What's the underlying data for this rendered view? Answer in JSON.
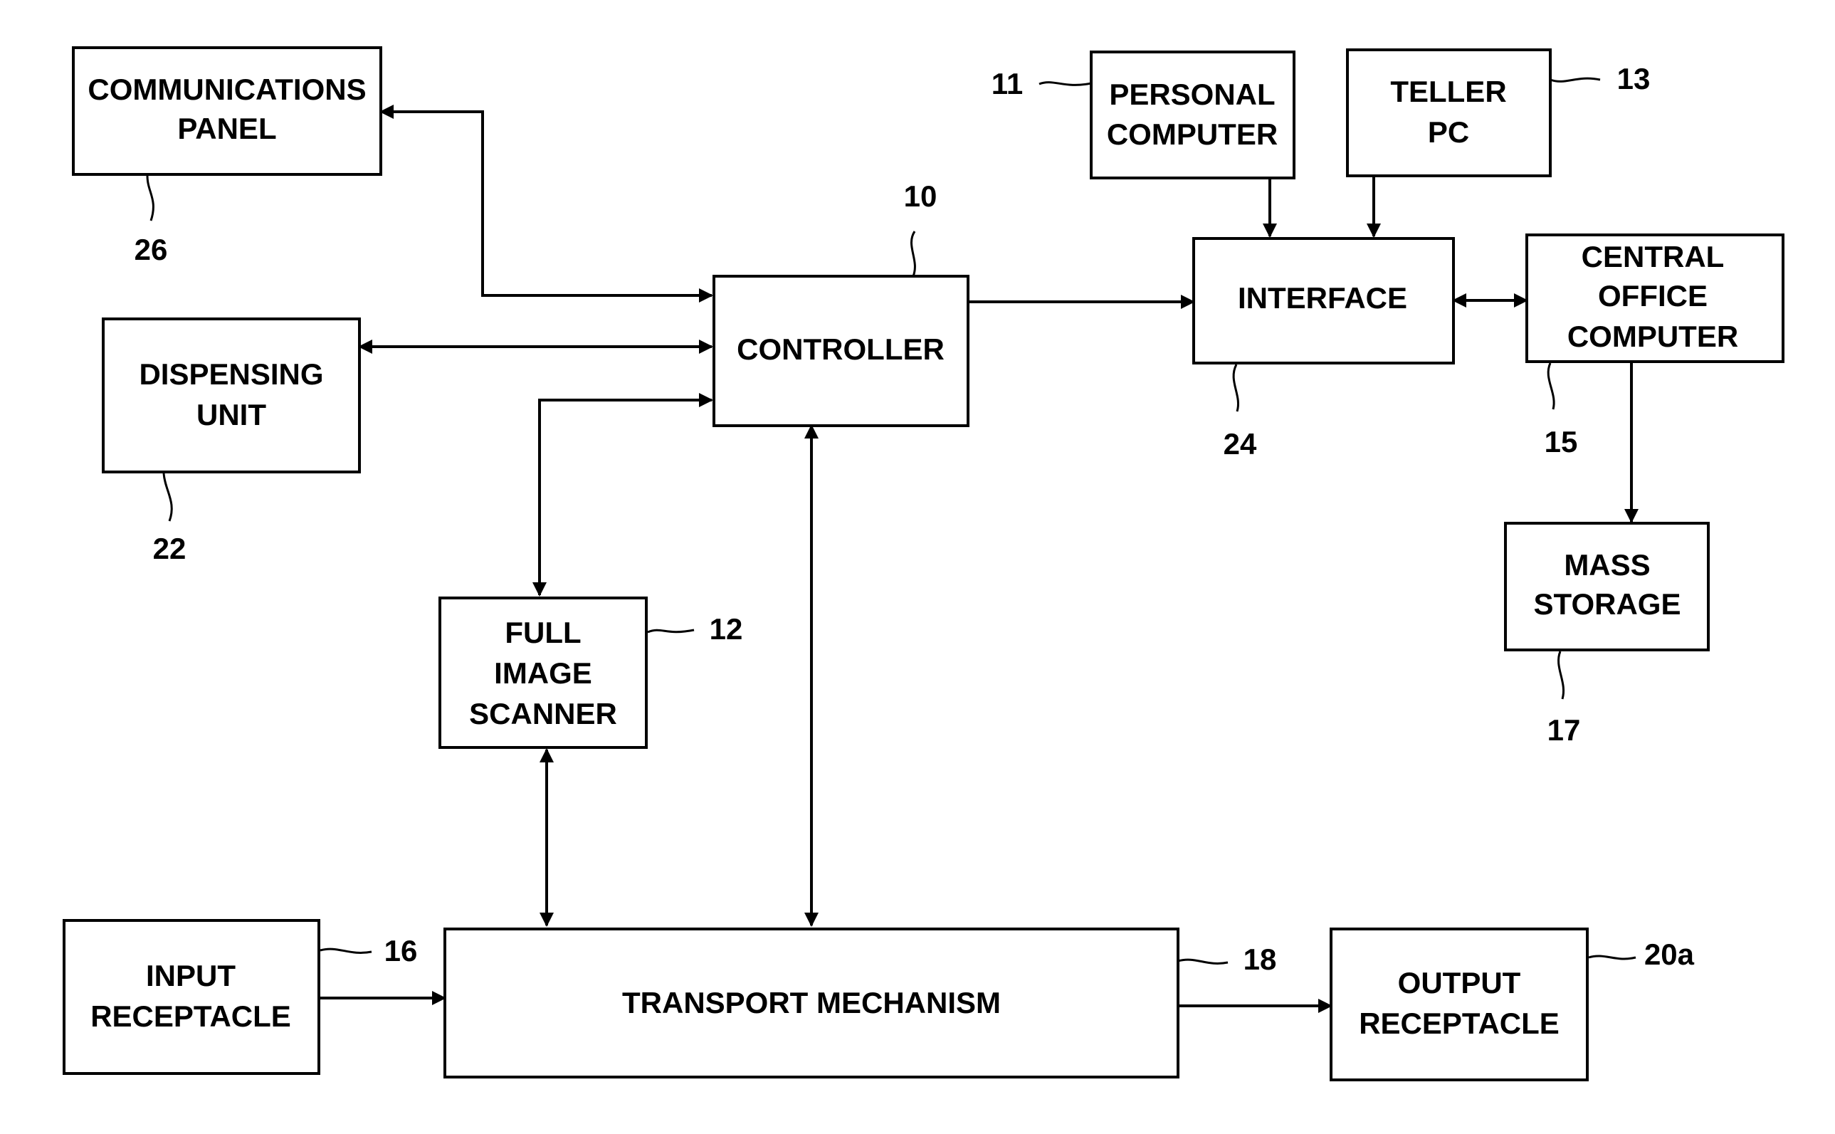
{
  "blocks": {
    "communications_panel": {
      "lines": [
        "COMMUNICATIONS",
        "PANEL"
      ],
      "ref": "26"
    },
    "dispensing_unit": {
      "lines": [
        "DISPENSING",
        "UNIT"
      ],
      "ref": "22"
    },
    "controller": {
      "lines": [
        "CONTROLLER"
      ],
      "ref": "10"
    },
    "full_image_scanner": {
      "lines": [
        "FULL",
        "IMAGE",
        "SCANNER"
      ],
      "ref": "12"
    },
    "personal_computer": {
      "lines": [
        "PERSONAL",
        "COMPUTER"
      ],
      "ref": "11"
    },
    "teller_pc": {
      "lines": [
        "TELLER",
        "PC"
      ],
      "ref": "13"
    },
    "interface": {
      "lines": [
        "INTERFACE"
      ],
      "ref": "24"
    },
    "central_office_computer": {
      "lines": [
        "CENTRAL",
        "OFFICE",
        "COMPUTER"
      ],
      "ref": "15"
    },
    "mass_storage": {
      "lines": [
        "MASS",
        "STORAGE"
      ],
      "ref": "17"
    },
    "input_receptacle": {
      "lines": [
        "INPUT",
        "RECEPTACLE"
      ],
      "ref": "16"
    },
    "transport_mechanism": {
      "lines": [
        "TRANSPORT MECHANISM"
      ],
      "ref": "18"
    },
    "output_receptacle": {
      "lines": [
        "OUTPUT",
        "RECEPTACLE"
      ],
      "ref": "20a"
    }
  },
  "connections": [
    {
      "from": "communications_panel",
      "to": "controller",
      "direction": "bidirectional"
    },
    {
      "from": "dispensing_unit",
      "to": "controller",
      "direction": "bidirectional"
    },
    {
      "from": "full_image_scanner",
      "to": "controller",
      "direction": "bidirectional"
    },
    {
      "from": "controller",
      "to": "interface",
      "direction": "forward"
    },
    {
      "from": "personal_computer",
      "to": "interface",
      "direction": "forward"
    },
    {
      "from": "teller_pc",
      "to": "interface",
      "direction": "forward"
    },
    {
      "from": "interface",
      "to": "central_office_computer",
      "direction": "bidirectional"
    },
    {
      "from": "central_office_computer",
      "to": "mass_storage",
      "direction": "forward"
    },
    {
      "from": "full_image_scanner",
      "to": "transport_mechanism",
      "direction": "bidirectional"
    },
    {
      "from": "controller",
      "to": "transport_mechanism",
      "direction": "bidirectional"
    },
    {
      "from": "input_receptacle",
      "to": "transport_mechanism",
      "direction": "forward"
    },
    {
      "from": "transport_mechanism",
      "to": "output_receptacle",
      "direction": "forward"
    }
  ]
}
